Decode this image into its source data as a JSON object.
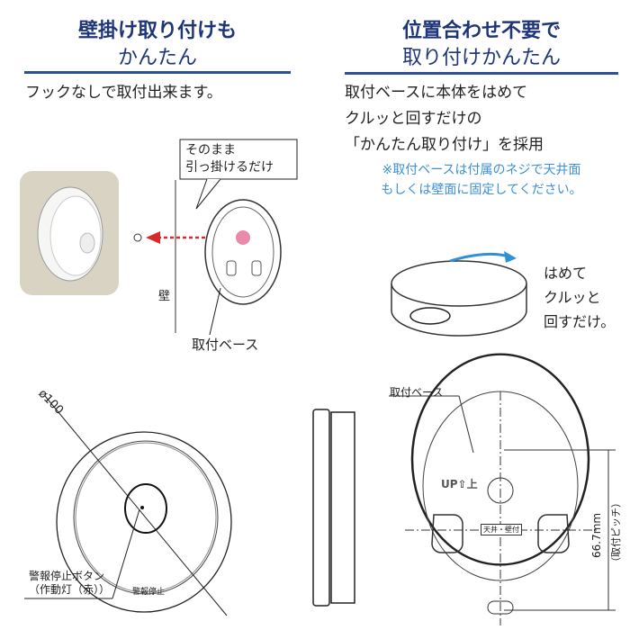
{
  "left_section": {
    "title_line1": "壁掛け取り付けも",
    "title_line2": "かんたん",
    "description": "フックなしで取付出来ます。",
    "callout_line1": "そのまま",
    "callout_line2": "引っ掛けるだけ",
    "wall_label": "壁",
    "base_label": "取付ベース"
  },
  "right_section": {
    "title_line1": "位置合わせ不要で",
    "title_line2": "取り付けかんたん",
    "description_lines": [
      "取付ベースに本体をはめて",
      "クルッと回すだけの",
      "「かんたん取り付け」を採用"
    ],
    "note_line1": "※取付ベースは付属のネジで天井面",
    "note_line2": "もしくは壁面に固定してください。",
    "action_lines": [
      "はめて",
      "クルッと",
      "回すだけ。"
    ]
  },
  "diagram": {
    "diameter_label": "ø100",
    "button_label_line1": "警報停止ボタン",
    "button_label_line2": "（作動灯（赤））",
    "device_text": "警報停止",
    "base_label": "取付ベース",
    "up_label": "UP⇧上",
    "mount_label": "天井・壁付",
    "pitch_value": "66.7mm",
    "pitch_label": "（取付ピッチ）"
  },
  "colors": {
    "title": "#1f3579",
    "rule": "#2c4f95",
    "note": "#3d8fd6",
    "arrow_red": "#d92a2a",
    "arrow_blue": "#2f8fd8"
  }
}
